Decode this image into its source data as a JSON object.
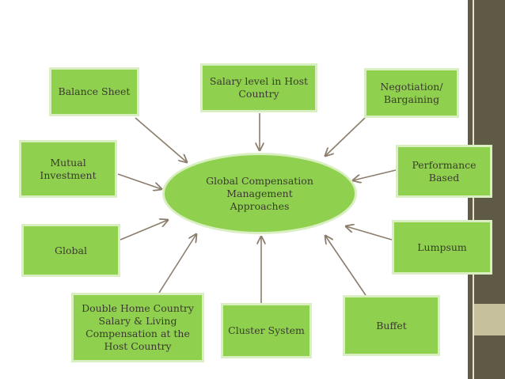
{
  "diagram": {
    "center": {
      "label": "Global Compensation\nManagement\nApproaches"
    },
    "nodes": [
      {
        "id": "balance-sheet",
        "label": "Balance Sheet"
      },
      {
        "id": "salary-level",
        "label": "Salary level in Host\nCountry"
      },
      {
        "id": "negotiation",
        "label": "Negotiation/\nBargaining"
      },
      {
        "id": "mutual-investment",
        "label": "Mutual\nInvestment"
      },
      {
        "id": "performance-based",
        "label": "Performance\nBased"
      },
      {
        "id": "global",
        "label": "Global"
      },
      {
        "id": "lumpsum",
        "label": "Lumpsum"
      },
      {
        "id": "double-home",
        "label": "Double Home Country\nSalary & Living\nCompensation at the\nHost Country"
      },
      {
        "id": "cluster-system",
        "label": "Cluster System"
      },
      {
        "id": "buffet",
        "label": "Buffet"
      }
    ]
  },
  "colors": {
    "box_fill": "#8fd14f",
    "box_border": "#d9efc2",
    "arrow": "#8b7d6b",
    "sidebar": "#5f5a45"
  }
}
